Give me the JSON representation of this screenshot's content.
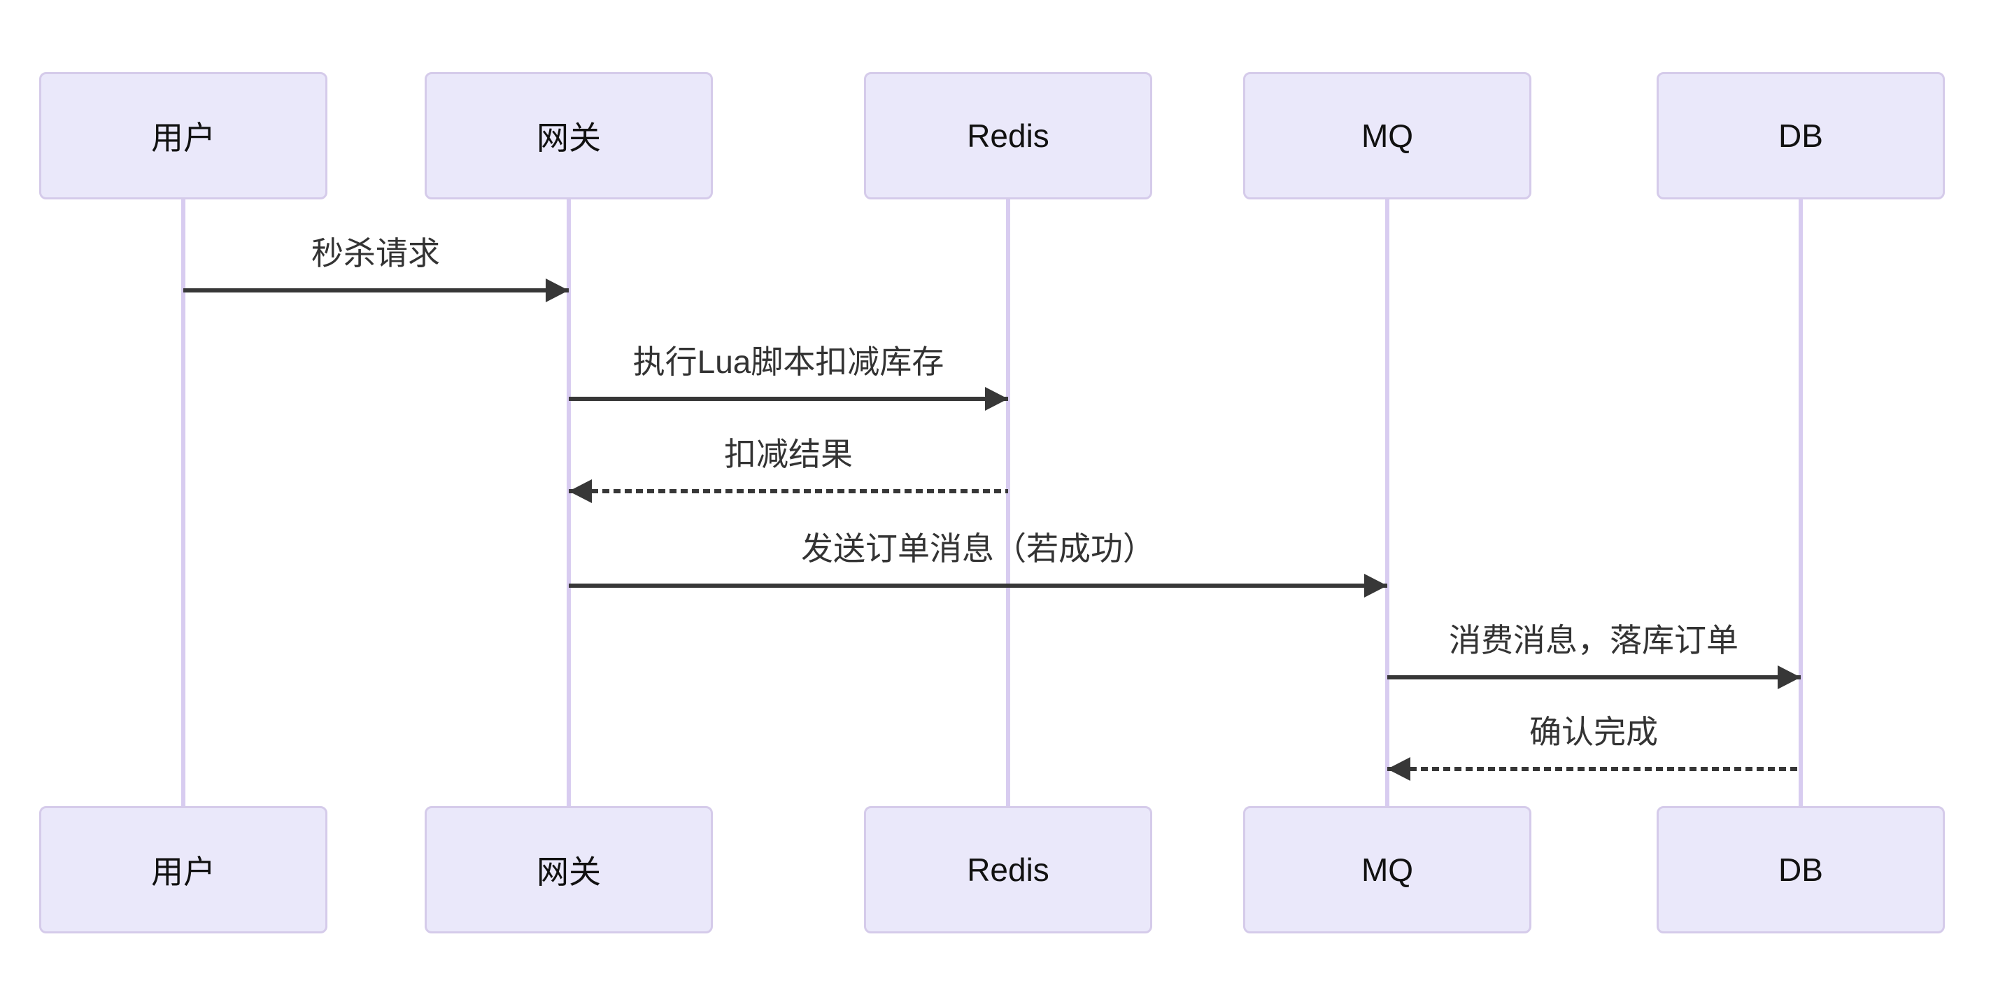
{
  "diagram": {
    "type": "sequence",
    "background": "#FFFFFF",
    "colors": {
      "actor_fill": "#EAE8FA",
      "actor_border": "#D5CBEA",
      "lifeline": "#D8CCF0",
      "arrow": "#373737",
      "actor_text": "#111111",
      "message_text": "#333333"
    },
    "actors": [
      {
        "id": "user",
        "label": "用户"
      },
      {
        "id": "gateway",
        "label": "网关"
      },
      {
        "id": "redis",
        "label": "Redis"
      },
      {
        "id": "mq",
        "label": "MQ"
      },
      {
        "id": "db",
        "label": "DB"
      }
    ],
    "messages": [
      {
        "label": "秒杀请求",
        "from": "用户",
        "to": "网关",
        "line": "solid",
        "direction": "right"
      },
      {
        "label": "执行Lua脚本扣减库存",
        "from": "网关",
        "to": "Redis",
        "line": "solid",
        "direction": "right"
      },
      {
        "label": "扣减结果",
        "from": "Redis",
        "to": "网关",
        "line": "dashed",
        "direction": "left"
      },
      {
        "label": "发送订单消息（若成功）",
        "from": "网关",
        "to": "MQ",
        "line": "solid",
        "direction": "right"
      },
      {
        "label": "消费消息，落库订单",
        "from": "MQ",
        "to": "DB",
        "line": "solid",
        "direction": "right"
      },
      {
        "label": "确认完成",
        "from": "DB",
        "to": "MQ",
        "line": "dashed",
        "direction": "left"
      }
    ]
  }
}
